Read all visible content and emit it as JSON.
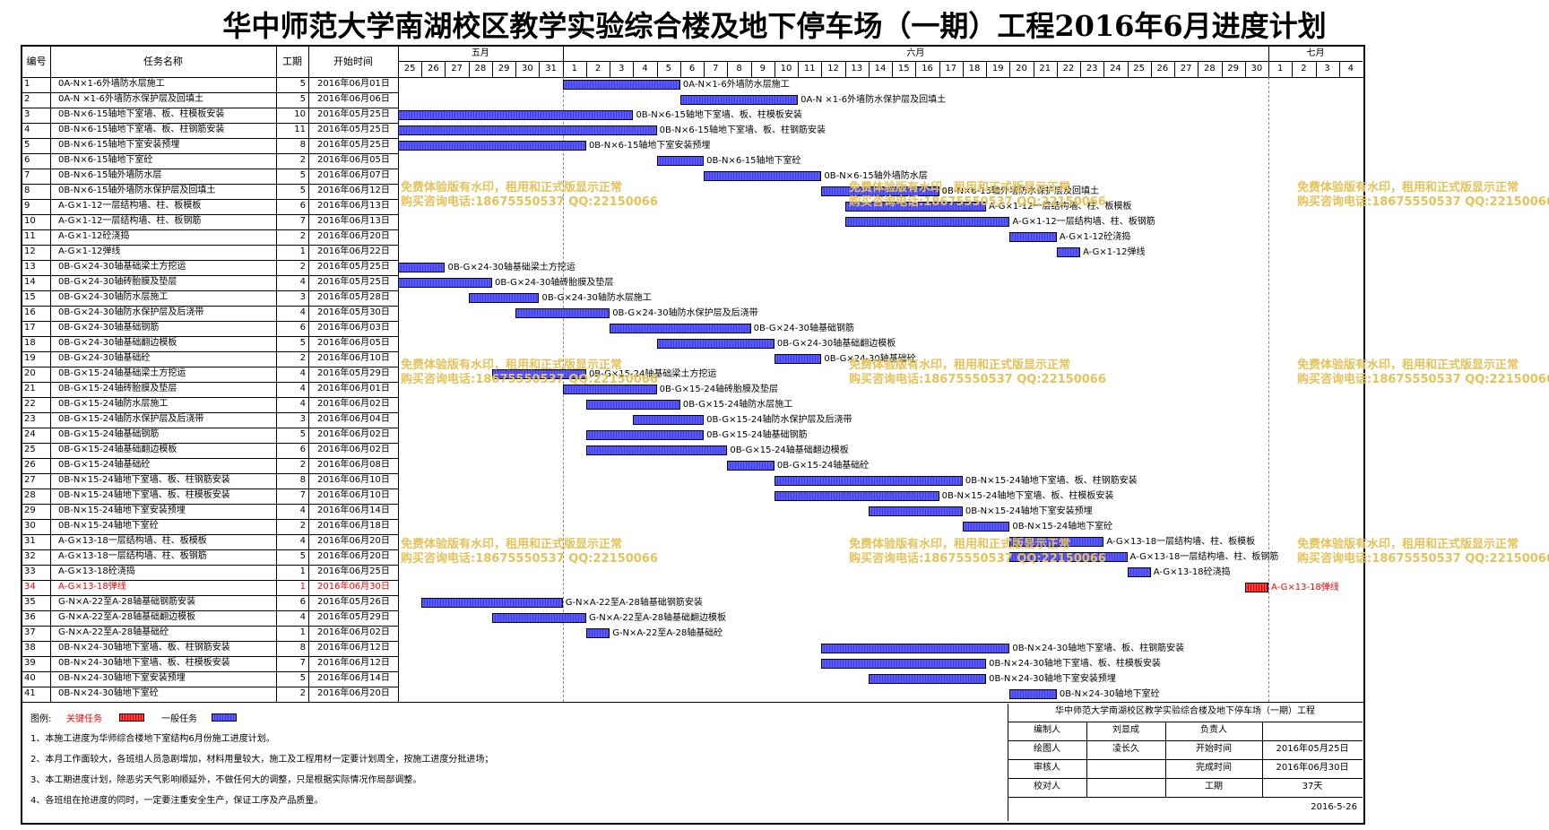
{
  "title": "华中师范大学南湖校区教学实验综合楼及地下停车场（一期）工程2016年6月进度计划",
  "columns": {
    "no": "编号",
    "name": "任务名称",
    "dur": "工期",
    "start": "开始时间"
  },
  "months": [
    {
      "label": "五月",
      "start_index": 0,
      "count": 7
    },
    {
      "label": "六月",
      "start_index": 7,
      "count": 30
    },
    {
      "label": "七月",
      "start_index": 37,
      "count": 4
    }
  ],
  "days": [
    "25",
    "26",
    "27",
    "28",
    "29",
    "30",
    "31",
    "1",
    "2",
    "3",
    "4",
    "5",
    "6",
    "7",
    "8",
    "9",
    "10",
    "11",
    "12",
    "13",
    "14",
    "15",
    "16",
    "17",
    "18",
    "19",
    "20",
    "21",
    "22",
    "23",
    "24",
    "25",
    "26",
    "27",
    "28",
    "29",
    "30",
    "1",
    "2",
    "3",
    "4"
  ],
  "chart_data": {
    "type": "gantt",
    "x_axis": {
      "start": "2016-05-25",
      "end": "2016-07-04"
    },
    "tasks": [
      {
        "no": "1",
        "name": "0A-N×1-6外墙防水层施工",
        "dur": 5,
        "start": "2016年06月01日",
        "critical": false
      },
      {
        "no": "2",
        "name": "0A-N ×1-6外墙防水保护层及回填土",
        "dur": 5,
        "start": "2016年06月06日",
        "critical": false
      },
      {
        "no": "3",
        "name": "0B-N×6-15轴地下室墙、板、柱模板安装",
        "dur": 10,
        "start": "2016年05月25日",
        "critical": false
      },
      {
        "no": "4",
        "name": "0B-N×6-15轴地下室墙、板、柱钢筋安装",
        "dur": 11,
        "start": "2016年05月25日",
        "critical": false
      },
      {
        "no": "5",
        "name": "0B-N×6-15轴地下室安装预埋",
        "dur": 8,
        "start": "2016年05月25日",
        "critical": false
      },
      {
        "no": "6",
        "name": "0B-N×6-15轴地下室砼",
        "dur": 2,
        "start": "2016年06月05日",
        "critical": false
      },
      {
        "no": "7",
        "name": "0B-N×6-15轴外墙防水层",
        "dur": 5,
        "start": "2016年06月07日",
        "critical": false
      },
      {
        "no": "8",
        "name": "0B-N×6-15轴外墙防水保护层及回填土",
        "dur": 5,
        "start": "2016年06月12日",
        "critical": false
      },
      {
        "no": "9",
        "name": "A-G×1-12一层结构墙、柱、板模板",
        "dur": 6,
        "start": "2016年06月13日",
        "critical": false
      },
      {
        "no": "10",
        "name": "A-G×1-12一层结构墙、柱、板钢筋",
        "dur": 7,
        "start": "2016年06月13日",
        "critical": false
      },
      {
        "no": "11",
        "name": "A-G×1-12砼浇捣",
        "dur": 2,
        "start": "2016年06月20日",
        "critical": false
      },
      {
        "no": "12",
        "name": "A-G×1-12弹线",
        "dur": 1,
        "start": "2016年06月22日",
        "critical": false
      },
      {
        "no": "13",
        "name": "0B-G×24-30轴基础梁土方挖运",
        "dur": 2,
        "start": "2016年05月25日",
        "critical": false
      },
      {
        "no": "14",
        "name": "0B-G×24-30轴砖胎膜及垫层",
        "dur": 4,
        "start": "2016年05月25日",
        "critical": false
      },
      {
        "no": "15",
        "name": "0B-G×24-30轴防水层施工",
        "dur": 3,
        "start": "2016年05月28日",
        "critical": false
      },
      {
        "no": "16",
        "name": "0B-G×24-30轴防水保护层及后浇带",
        "dur": 4,
        "start": "2016年05月30日",
        "critical": false
      },
      {
        "no": "17",
        "name": "0B-G×24-30轴基础钢筋",
        "dur": 6,
        "start": "2016年06月03日",
        "critical": false
      },
      {
        "no": "18",
        "name": "0B-G×24-30轴基础翻边模板",
        "dur": 5,
        "start": "2016年06月05日",
        "critical": false
      },
      {
        "no": "19",
        "name": "0B-G×24-30轴基础砼",
        "dur": 2,
        "start": "2016年06月10日",
        "critical": false
      },
      {
        "no": "20",
        "name": "0B-G×15-24轴基础梁土方挖运",
        "dur": 4,
        "start": "2016年05月29日",
        "critical": false
      },
      {
        "no": "21",
        "name": "0B-G×15-24轴砖胎膜及垫层",
        "dur": 4,
        "start": "2016年06月01日",
        "critical": false
      },
      {
        "no": "22",
        "name": "0B-G×15-24轴防水层施工",
        "dur": 4,
        "start": "2016年06月02日",
        "critical": false
      },
      {
        "no": "23",
        "name": "0B-G×15-24轴防水保护层及后浇带",
        "dur": 3,
        "start": "2016年06月04日",
        "critical": false
      },
      {
        "no": "24",
        "name": "0B-G×15-24轴基础钢筋",
        "dur": 5,
        "start": "2016年06月02日",
        "critical": false
      },
      {
        "no": "25",
        "name": "0B-G×15-24轴基础翻边模板",
        "dur": 6,
        "start": "2016年06月02日",
        "critical": false
      },
      {
        "no": "26",
        "name": "0B-G×15-24轴基础砼",
        "dur": 2,
        "start": "2016年06月08日",
        "critical": false
      },
      {
        "no": "27",
        "name": "0B-N×15-24轴地下室墙、板、柱钢筋安装",
        "dur": 8,
        "start": "2016年06月10日",
        "critical": false
      },
      {
        "no": "28",
        "name": "0B-N×15-24轴地下室墙、板、柱模板安装",
        "dur": 7,
        "start": "2016年06月10日",
        "critical": false
      },
      {
        "no": "29",
        "name": "0B-N×15-24轴地下室安装预埋",
        "dur": 4,
        "start": "2016年06月14日",
        "critical": false
      },
      {
        "no": "30",
        "name": "0B-N×15-24轴地下室砼",
        "dur": 2,
        "start": "2016年06月18日",
        "critical": false
      },
      {
        "no": "31",
        "name": "A-G×13-18一层结构墙、柱、板模板",
        "dur": 4,
        "start": "2016年06月20日",
        "critical": false
      },
      {
        "no": "32",
        "name": "A-G×13-18一层结构墙、柱、板钢筋",
        "dur": 5,
        "start": "2016年06月20日",
        "critical": false
      },
      {
        "no": "33",
        "name": "A-G×13-18砼浇捣",
        "dur": 1,
        "start": "2016年06月25日",
        "critical": false
      },
      {
        "no": "34",
        "name": "A-G×13-18弹线",
        "dur": 1,
        "start": "2016年06月30日",
        "critical": true
      },
      {
        "no": "35",
        "name": "G-N×A-22至A-28轴基础钢筋安装",
        "dur": 6,
        "start": "2016年05月26日",
        "critical": false
      },
      {
        "no": "36",
        "name": "G-N×A-22至A-28轴基础翻边模板",
        "dur": 4,
        "start": "2016年05月29日",
        "critical": false
      },
      {
        "no": "37",
        "name": "G-N×A-22至A-28轴基础砼",
        "dur": 1,
        "start": "2016年06月02日",
        "critical": false
      },
      {
        "no": "38",
        "name": "0B-N×24-30轴地下室墙、板、柱钢筋安装",
        "dur": 8,
        "start": "2016年06月12日",
        "critical": false
      },
      {
        "no": "39",
        "name": "0B-N×24-30轴地下室墙、板、柱模板安装",
        "dur": 7,
        "start": "2016年06月12日",
        "critical": false
      },
      {
        "no": "40",
        "name": "0B-N×24-30轴地下室安装预埋",
        "dur": 5,
        "start": "2016年06月14日",
        "critical": false
      },
      {
        "no": "41",
        "name": "0B-N×24-30轴地下室砼",
        "dur": 2,
        "start": "2016年06月20日",
        "critical": false
      }
    ]
  },
  "watermark": {
    "line1": "免费体验版有水印，租用和正式版显示正常",
    "line2": "购买咨询电话:18675550537 QQ:22150066"
  },
  "legend": {
    "label": "图例:",
    "critical": "关键任务",
    "normal": "一般任务"
  },
  "notes": [
    "1、本施工进度为华师综合楼地下室结构6月份施工进度计划。",
    "2、本月工作面较大，各班组人员急剧增加，材料用量较大，施工及工程用材一定要计划周全，按施工进度分批进场；",
    "3、本工期进度计划，除恶劣天气影响顺延外，不做任何大的调整，只是根据实际情况作局部调整。",
    "4、各班组在抢进度的同时，一定要注重安全生产，保证工序及产品质量。"
  ],
  "info": {
    "title": "华中师范大学南湖校区教学实验综合楼及地下停车场（一期）工程",
    "rows": [
      [
        "编制人",
        "刘显成",
        "负责人",
        ""
      ],
      [
        "绘图人",
        "凌长久",
        "开始时间",
        "2016年05月25日"
      ],
      [
        "审核人",
        "",
        "完成时间",
        "2016年06月30日"
      ],
      [
        "校对人",
        "",
        "工期",
        "37天"
      ]
    ],
    "date": "2016-5-26"
  },
  "colors": {
    "bar": "#4040ff",
    "critical": "#ff2020",
    "critical_text": "#ff0000",
    "watermark": "#e6c25a"
  }
}
